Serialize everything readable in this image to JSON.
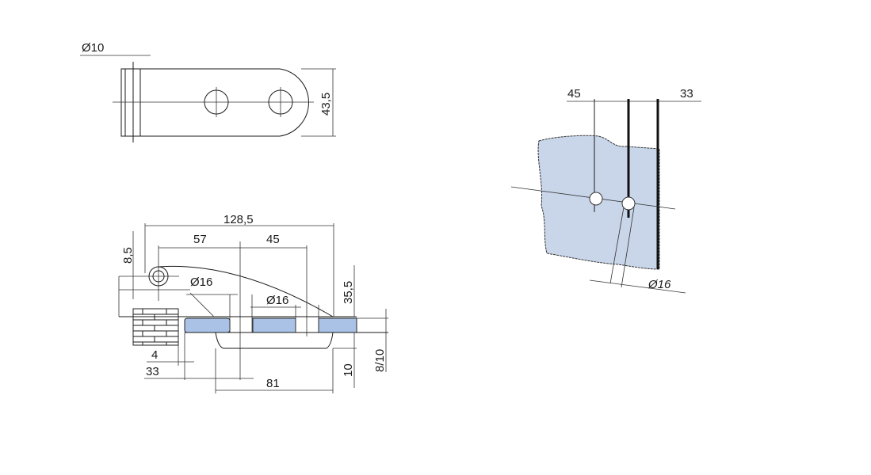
{
  "top_view": {
    "dim_diameter": "Ø10",
    "dim_height": "43,5"
  },
  "side_view": {
    "dim_total": "128,5",
    "dim_a": "57",
    "dim_b": "45",
    "dim_pivot": "8,5",
    "dim_hole1": "Ø16",
    "dim_hole2": "Ø16",
    "dim_height": "35,5",
    "dim_gap": "4",
    "dim_wall": "33",
    "dim_plate": "81",
    "dim_under": "10",
    "dim_glass": "8/10"
  },
  "glass_view": {
    "dim_left": "45",
    "dim_right": "33",
    "dim_hole": "Ø16"
  },
  "colors": {
    "glass": "#a9c2e6",
    "glass_light": "#c9d6ea"
  }
}
